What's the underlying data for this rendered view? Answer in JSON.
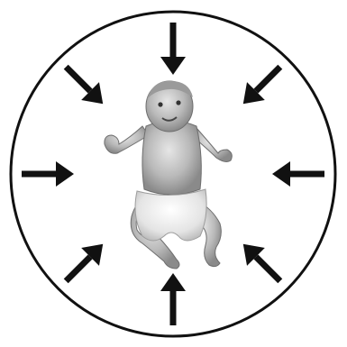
{
  "diagram": {
    "arrow_color": "#111111",
    "circle_color": "#111111",
    "background": "#ffffff",
    "center_figure": "baby-photo",
    "arrows": [
      {
        "direction": "south"
      },
      {
        "direction": "southeast"
      },
      {
        "direction": "east"
      },
      {
        "direction": "northeast"
      },
      {
        "direction": "north"
      },
      {
        "direction": "northwest"
      },
      {
        "direction": "west"
      },
      {
        "direction": "southwest"
      }
    ]
  }
}
